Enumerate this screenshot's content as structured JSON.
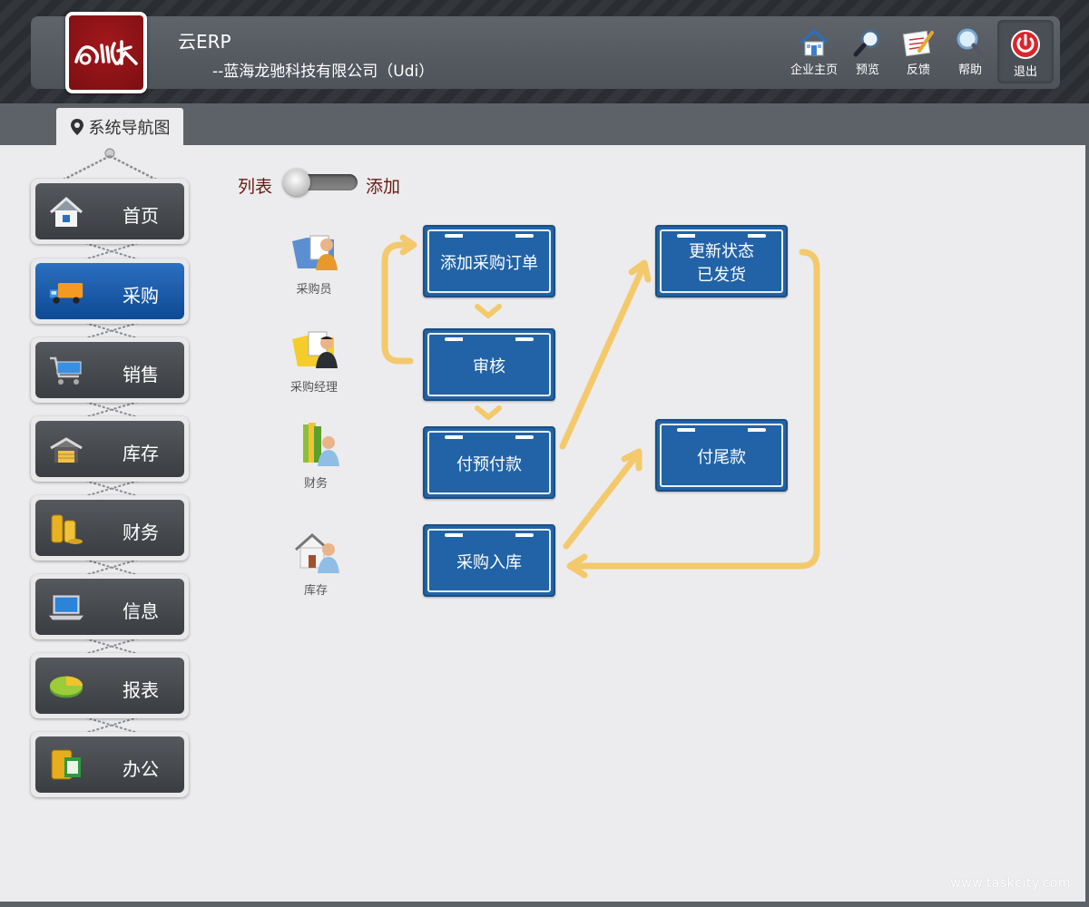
{
  "header": {
    "app_title": "云ERP",
    "company": "--蓝海龙驰科技有限公司（Udi）",
    "tools": [
      {
        "label": "企业主页",
        "icon": "home-icon"
      },
      {
        "label": "预览",
        "icon": "magnifier-icon"
      },
      {
        "label": "反馈",
        "icon": "feedback-icon"
      },
      {
        "label": "帮助",
        "icon": "help-magnifier-icon"
      }
    ],
    "exit_label": "退出"
  },
  "nav_tab": "系统导航图",
  "sidebar": {
    "items": [
      {
        "label": "首页",
        "icon": "home-icon"
      },
      {
        "label": "采购",
        "icon": "truck-icon",
        "active": true
      },
      {
        "label": "销售",
        "icon": "cart-icon"
      },
      {
        "label": "库存",
        "icon": "warehouse-icon"
      },
      {
        "label": "财务",
        "icon": "coins-icon"
      },
      {
        "label": "信息",
        "icon": "laptop-icon"
      },
      {
        "label": "报表",
        "icon": "pie-chart-icon"
      },
      {
        "label": "办公",
        "icon": "office-icon"
      }
    ]
  },
  "toggle": {
    "left_label": "列表",
    "right_label": "添加"
  },
  "roles": [
    {
      "label": "采购员"
    },
    {
      "label": "采购经理"
    },
    {
      "label": "财务"
    },
    {
      "label": "库存"
    }
  ],
  "flow": {
    "add_order": "添加采购订单",
    "review": "审核",
    "prepay": "付预付款",
    "stock_in": "采购入库",
    "update_status_line1": "更新状态",
    "update_status_line2": "已发货",
    "final_pay": "付尾款"
  },
  "colors": {
    "flow_box": "#2163a6",
    "arrow": "#f3c96b",
    "active_nav": "#1a5fad",
    "toggle_label": "#6b1a12"
  },
  "watermark": "www.taskcity.com"
}
